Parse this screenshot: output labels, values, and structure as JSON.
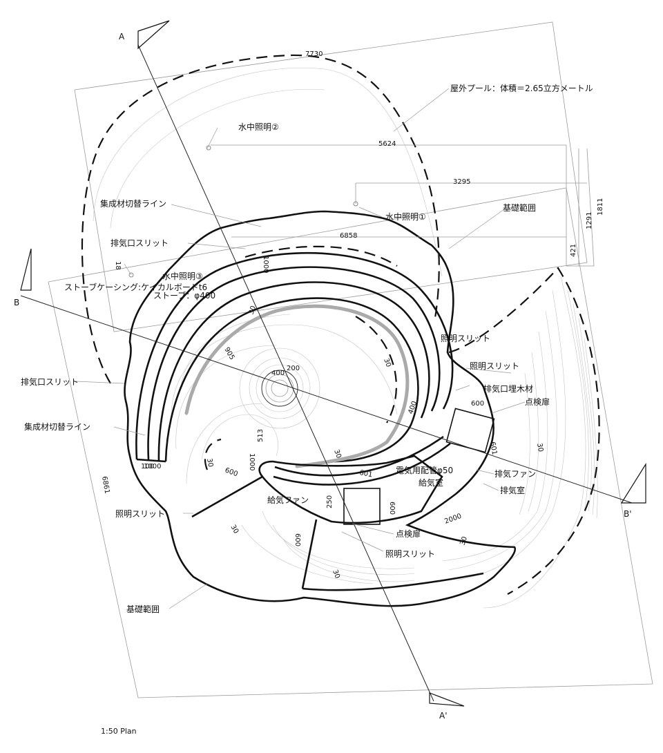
{
  "scale_label": "1:50 Plan",
  "section_marks": {
    "a_top": "A",
    "a_bottom": "A'",
    "b_left": "B",
    "b_right": "B'"
  },
  "labels": {
    "outdoor_pool": "屋外プール：体積＝2.65立方メートル",
    "underwater_light_2": "水中照明②",
    "underwater_light_1": "水中照明①",
    "underwater_light_3": "水中照明③",
    "glulam_switch_line_top": "集成材切替ライン",
    "exhaust_slit_top": "排気口スリット",
    "foundation_range_top": "基礎範囲",
    "stove_casing": "ストーブケーシング:ケイカルボードt6",
    "stove": "ストーブ：φ400",
    "lighting_slit_right_1": "照明スリット",
    "lighting_slit_right_2": "照明スリット",
    "exhaust_buried_wood": "排気口埋木材",
    "inspection_door_right": "点検扉",
    "exhaust_slit_left": "排気口スリット",
    "glulam_switch_line_left": "集成材切替ライン",
    "electric_conduit": "電気用配管φ50",
    "supply_room": "給気室",
    "exhaust_fan": "排気ファン",
    "exhaust_room": "排気室",
    "supply_fan": "給気ファン",
    "lighting_slit_left": "照明スリット",
    "inspection_door_bottom": "点検扉",
    "lighting_slit_bottom": "照明スリット",
    "foundation_range_bottom": "基礎範囲"
  },
  "dimensions": {
    "d7730": "7730",
    "d5624": "5624",
    "d3295": "3295",
    "d6858": "6858",
    "d1811": "1811",
    "d1291": "1291",
    "d421": "421",
    "d18": "18",
    "d1000_top": "1000",
    "d30_top": "30",
    "d905": "905",
    "d400_stove": "400",
    "d200": "200",
    "d30_right": "30",
    "d600_right": "600",
    "d400_right": "400",
    "d601": "601",
    "d30_center": "30",
    "d513": "513",
    "d1000_center": "1000",
    "d600_left": "600",
    "d30_left": "30",
    "d100": "100",
    "d1000_left": "1000",
    "d250": "250",
    "d601_bottom": "601",
    "d600_bottom_right": "600",
    "d600_bottom": "600",
    "d30_lower": "30",
    "d30_bottom": "30",
    "d2000": "2000",
    "d30_far": "30",
    "d30_spiral": "30",
    "d6861": "6861"
  }
}
